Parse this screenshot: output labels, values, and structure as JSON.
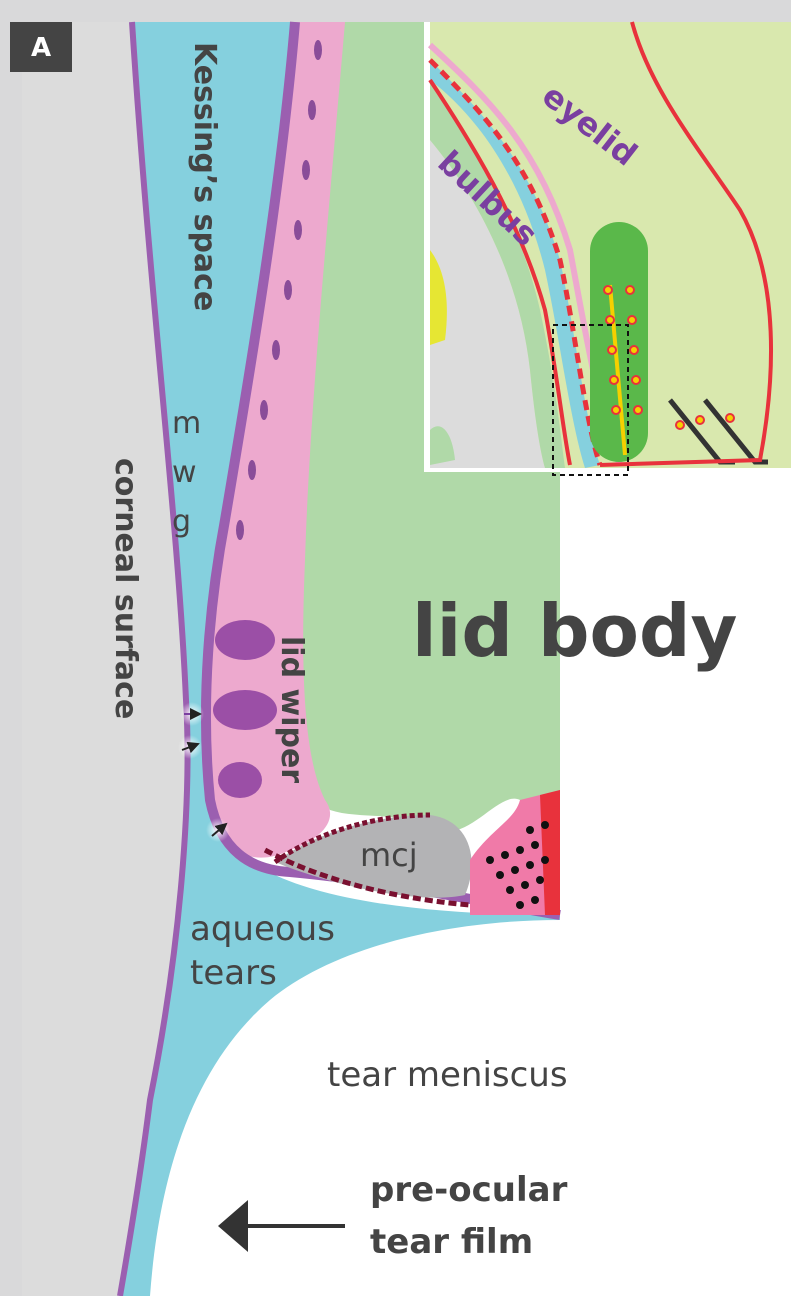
{
  "panel_letter": "A",
  "labels": {
    "kessings_space": "Kessing’s space",
    "mwg": [
      "m",
      "w",
      "g"
    ],
    "corneal_surface": "corneal surface",
    "lid_wiper": "lid wiper",
    "lid_body": "lid body",
    "mcj": "mcj",
    "aqueous_tears": [
      "aqueous",
      "tears"
    ],
    "tear_meniscus": "tear meniscus",
    "pre_ocular_tear_film": [
      "pre-ocular",
      "tear film"
    ]
  },
  "inset": {
    "eyelid": "eyelid",
    "bulbus": "bulbus"
  },
  "colors": {
    "frame": "#d9d9da",
    "cornea": "#dcdcdc",
    "tears": "#85d0de",
    "lid_wiper_epithelium": "#eda9ce",
    "mucosa_purple": "#9b5fb0",
    "lid_body": "#b0d9a8",
    "mcj": "#b3b3b5",
    "skin_red": "#e8323c",
    "inset_bg": "#d9e8ae",
    "text_dark": "#444444",
    "text_purple": "#7a3fa0"
  }
}
